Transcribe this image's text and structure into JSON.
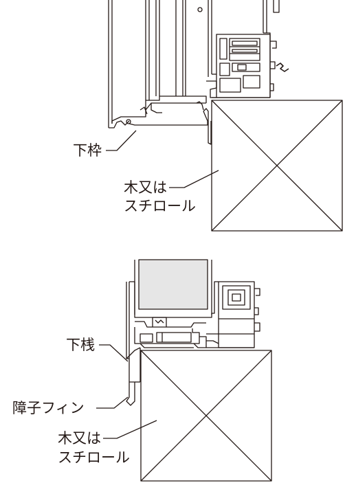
{
  "diagram": {
    "top_section": {
      "labels": {
        "bottom_frame": "下枠",
        "support_line1": "木又は",
        "support_line2": "スチロール"
      }
    },
    "bottom_section": {
      "labels": {
        "bottom_rail": "下桟",
        "fin": "障子フィン",
        "support_line1": "木又は",
        "support_line2": "スチロール"
      }
    },
    "colors": {
      "line": "#231815",
      "glass": "#e6e6e6",
      "background": "#ffffff"
    }
  }
}
